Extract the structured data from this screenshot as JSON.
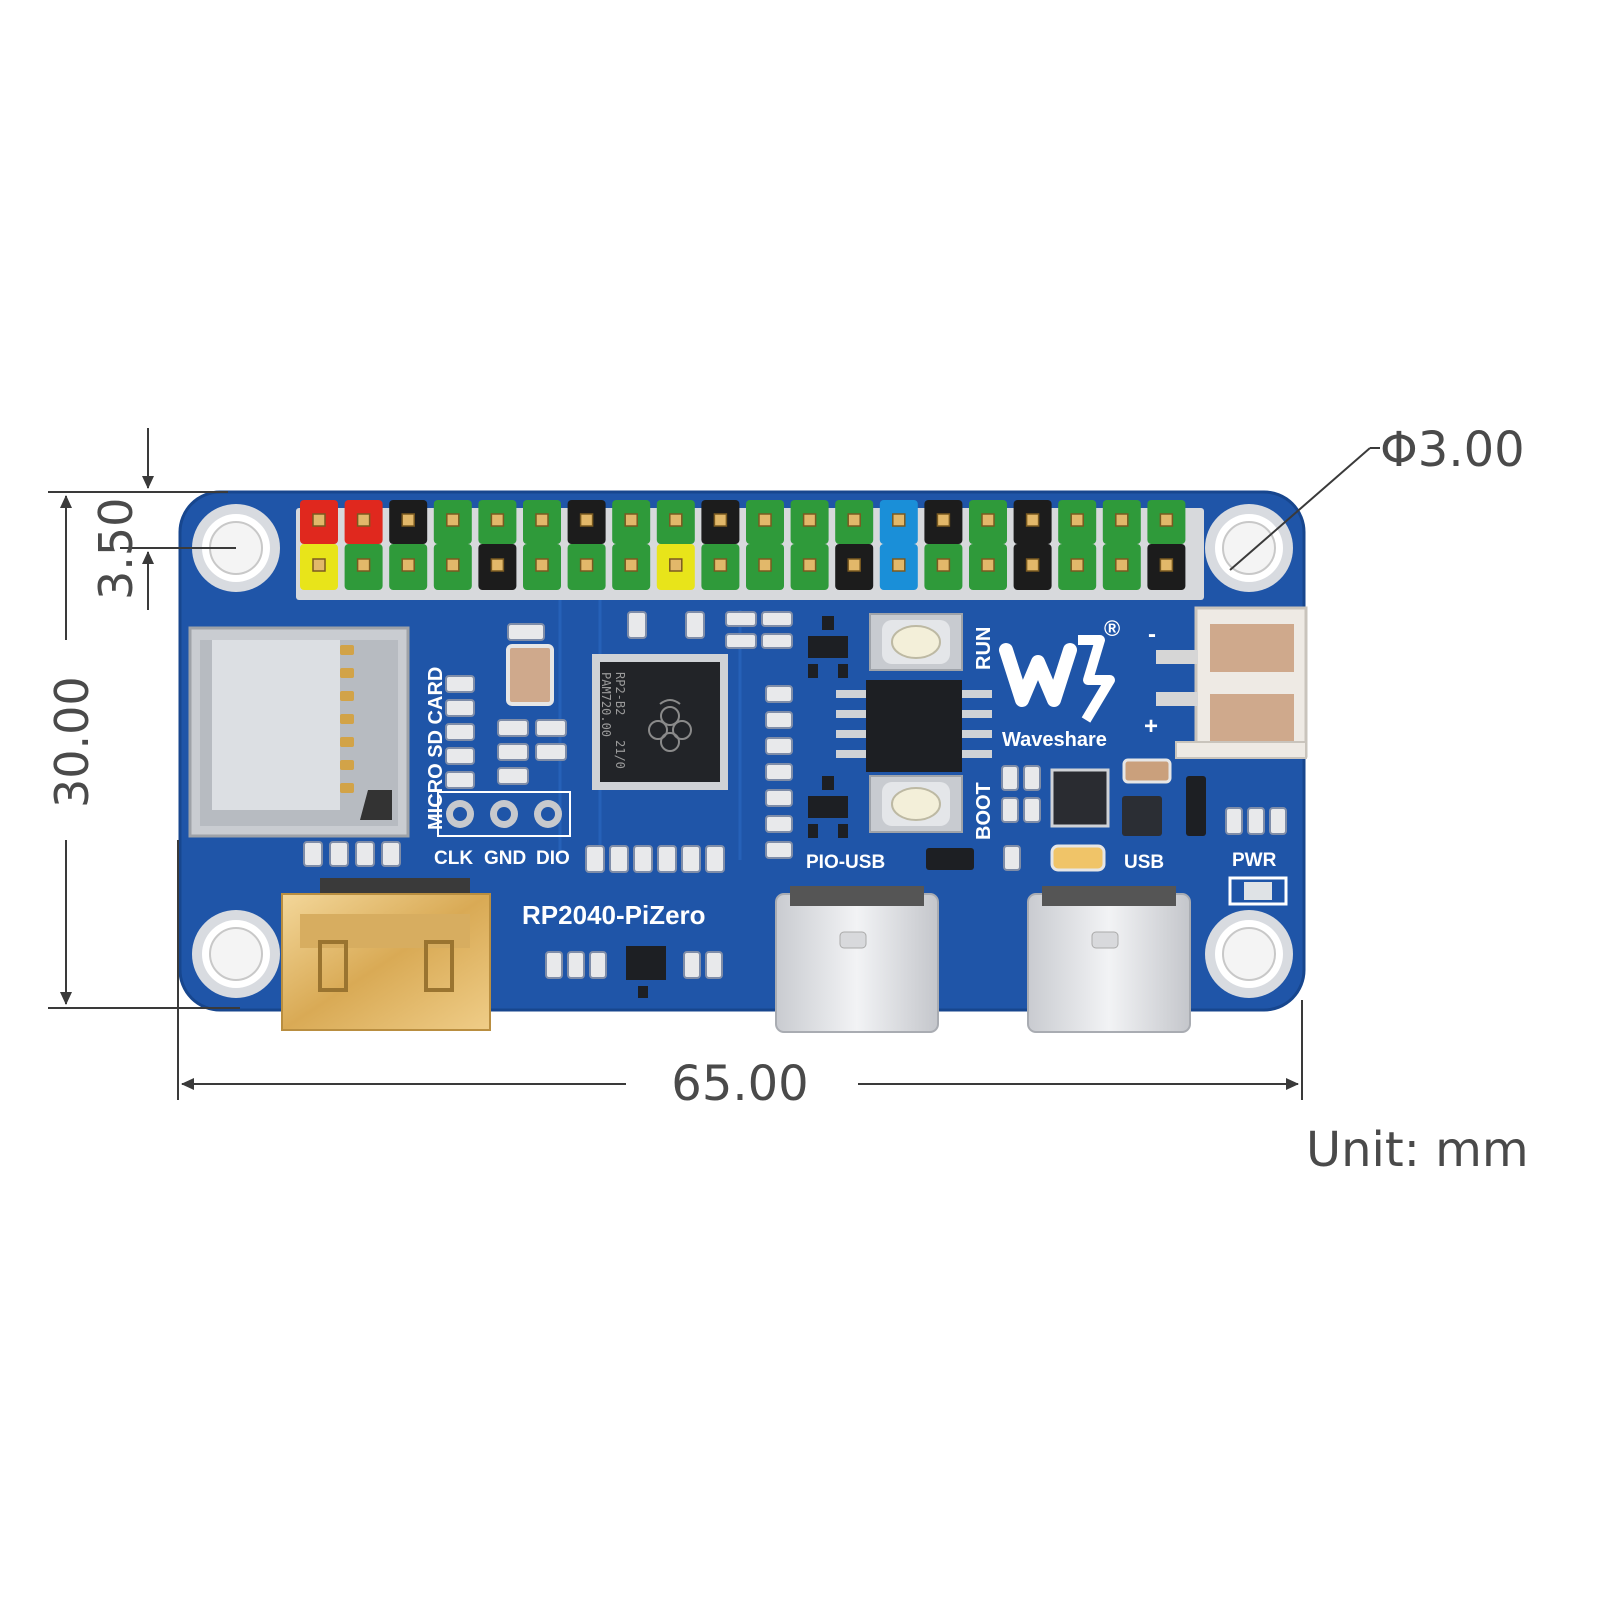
{
  "dimensions": {
    "hole_diameter": "Φ3.00",
    "hole_offset": "3.50",
    "height": "30.00",
    "width": "65.00",
    "unit": "Unit: mm"
  },
  "board": {
    "name": "RP2040-PiZero",
    "brand": "Waveshare",
    "registered_mark": "®",
    "chip_marking": [
      "RP2-B2",
      "21/0",
      "PAM720.00"
    ],
    "labels": {
      "sd_card": "MICRO SD CARD",
      "clk": "CLK",
      "gnd": "GND",
      "dio": "DIO",
      "run": "RUN",
      "boot": "BOOT",
      "pio_usb": "PIO-USB",
      "usb": "USB",
      "pwr": "PWR",
      "minus": "-",
      "plus": "+"
    }
  },
  "colors": {
    "pcb": "#1f55a8",
    "pin_red": "#e0281e",
    "pin_yellow": "#e8e41a",
    "pin_green": "#2f9a3a",
    "pin_black": "#1c1c1c",
    "pin_blue": "#1a8fd8",
    "gold": "#e2b86a"
  },
  "header_pins": {
    "top": [
      "red",
      "red",
      "black",
      "green",
      "green",
      "green",
      "black",
      "green",
      "green",
      "black",
      "green",
      "green",
      "green",
      "blue",
      "black",
      "green",
      "black",
      "green",
      "green",
      "green"
    ],
    "bottom": [
      "yellow",
      "green",
      "green",
      "green",
      "black",
      "green",
      "green",
      "green",
      "yellow",
      "green",
      "green",
      "green",
      "black",
      "blue",
      "green",
      "green",
      "black",
      "green",
      "green",
      "black"
    ]
  }
}
